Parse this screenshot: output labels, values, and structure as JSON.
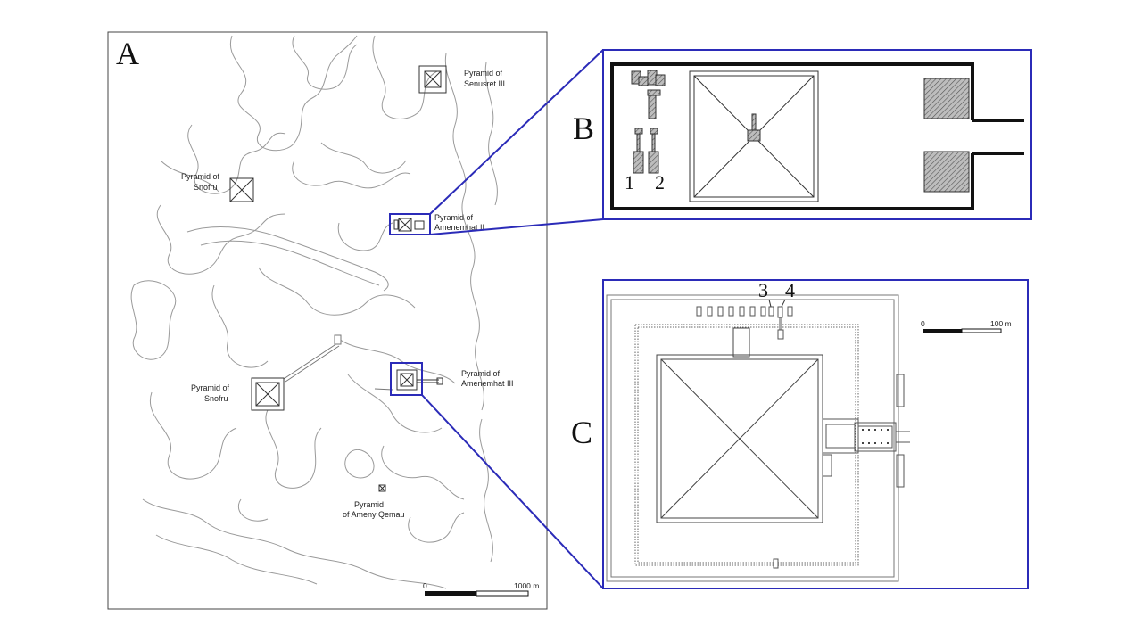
{
  "panel_letters": {
    "a": "A",
    "b": "B",
    "c": "C"
  },
  "map_labels": {
    "senusret_1": "Pyramid of",
    "senusret_2": "Senusret III",
    "snofru_north_1": "Pyramid of",
    "snofru_north_2": "Snofru",
    "amenemhat2_1": "Pyramid of",
    "amenemhat2_2": "Amenemhat II",
    "snofru_south_1": "Pyramid of",
    "snofru_south_2": "Snofru",
    "amenemhat3_1": "Pyramid of",
    "amenemhat3_2": "Amenemhat III",
    "ameny_1": "Pyramid",
    "ameny_2": "of Ameny Qemau"
  },
  "scale_a": {
    "start": "0",
    "end": "1000 m"
  },
  "scale_c": {
    "start": "0",
    "end": "100 m"
  },
  "tomb_numbers": {
    "n1": "1",
    "n2": "2",
    "n3": "3",
    "n4": "4"
  },
  "colors": {
    "frame": "#2b2bb8",
    "ink": "#111111",
    "hatch": "#555555",
    "contour": "#9a9a9a"
  }
}
